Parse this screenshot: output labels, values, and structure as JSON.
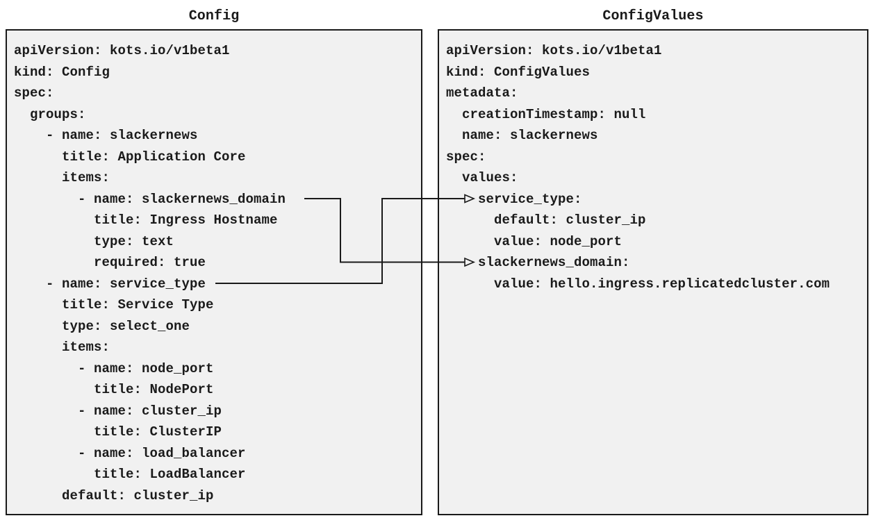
{
  "diagram": {
    "left_panel": {
      "title": "Config",
      "lines": [
        "apiVersion: kots.io/v1beta1",
        "kind: Config",
        "spec:",
        "  groups:",
        "    - name: slackernews",
        "      title: Application Core",
        "      items:",
        "        - name: slackernews_domain",
        "          title: Ingress Hostname",
        "          type: text",
        "          required: true",
        "    - name: service_type",
        "      title: Service Type",
        "      type: select_one",
        "      items:",
        "        - name: node_port",
        "          title: NodePort",
        "        - name: cluster_ip",
        "          title: ClusterIP",
        "        - name: load_balancer",
        "          title: LoadBalancer",
        "      default: cluster_ip"
      ]
    },
    "right_panel": {
      "title": "ConfigValues",
      "lines": [
        "apiVersion: kots.io/v1beta1",
        "kind: ConfigValues",
        "metadata:",
        "  creationTimestamp: null",
        "  name: slackernews",
        "spec:",
        "  values:",
        "    service_type:",
        "      default: cluster_ip",
        "      value: node_port",
        "    slackernews_domain:",
        "      value: hello.ingress.replicatedcluster.com"
      ]
    },
    "connections": [
      {
        "from": "Config item slackernews_domain",
        "to": "ConfigValues key slackernews_domain"
      },
      {
        "from": "Config item service_type",
        "to": "ConfigValues key service_type"
      }
    ],
    "colors": {
      "page_background": "#ffffff",
      "panel_fill": "#f1f1f1",
      "panel_border": "#1a1a1a",
      "text": "#1a1a1a",
      "connector": "#1a1a1a"
    }
  }
}
